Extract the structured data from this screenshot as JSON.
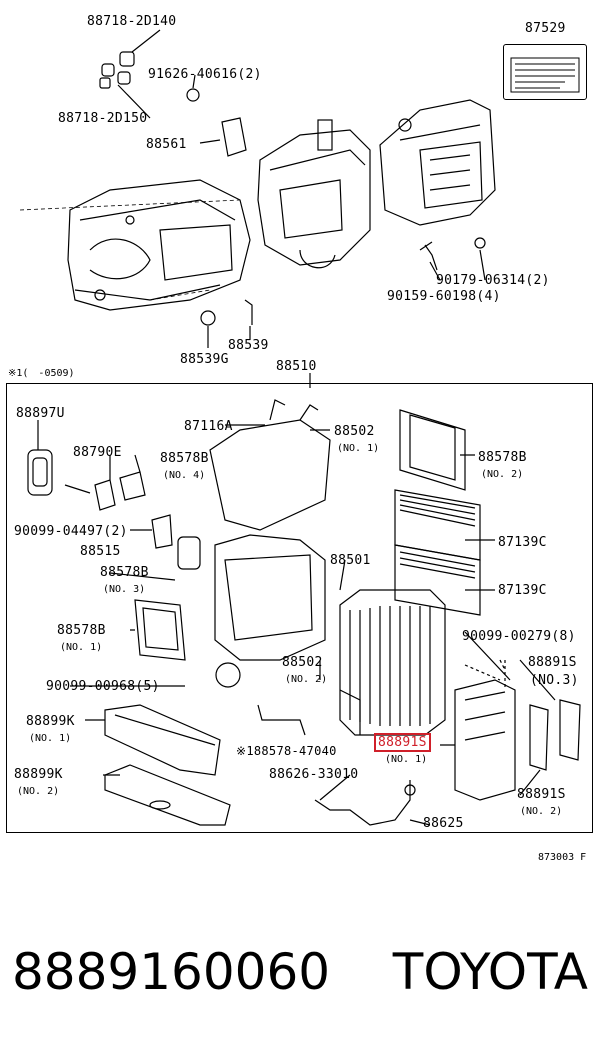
{
  "labels": {
    "c1": "88718-2D140",
    "c2": "87529",
    "c3": "91626-40616(2)",
    "c4": "88718-2D150",
    "c5": "88561",
    "c6": "90179-06314(2)",
    "c7": "90159-60198(4)",
    "c8": "88539G",
    "c9": "88539",
    "c10": "88510",
    "note_range": "※1(　-0509)",
    "b1": "88897U",
    "b2": "87116A",
    "b3": "88502",
    "b3n": "(NO. 1)",
    "b4": "88578B",
    "b4n": "(NO. 2)",
    "b5": "88790E",
    "b6": "88578B",
    "b6n": "(NO. 4)",
    "b7": "90099-04497(2)",
    "b8": "88515",
    "b9": "87139C",
    "b10": "88578B",
    "b10n": "(NO. 3)",
    "b11": "88501",
    "b12": "87139C",
    "b13": "88578B",
    "b13n": "(NO. 1)",
    "b14": "90099-00279(8)",
    "b15": "88891S",
    "b15n": "(NO.3)",
    "b16": "90099-00968(5)",
    "b17": "88502",
    "b17n": "(NO. 2)",
    "b18": "88899K",
    "b18n": "(NO. 1)",
    "b19": "88891S",
    "b19n": "(NO. 1)",
    "b20": "※188578-47040",
    "b21": "88899K",
    "b21n": "(NO. 2)",
    "b22": "88626-33010",
    "b23": "88891S",
    "b23n": "(NO. 2)",
    "b24": "88625",
    "ref": "873003 F"
  },
  "footer": {
    "part_number": "8889160060",
    "brand": "TOYOTA"
  },
  "highlight_color": "#d0202a"
}
